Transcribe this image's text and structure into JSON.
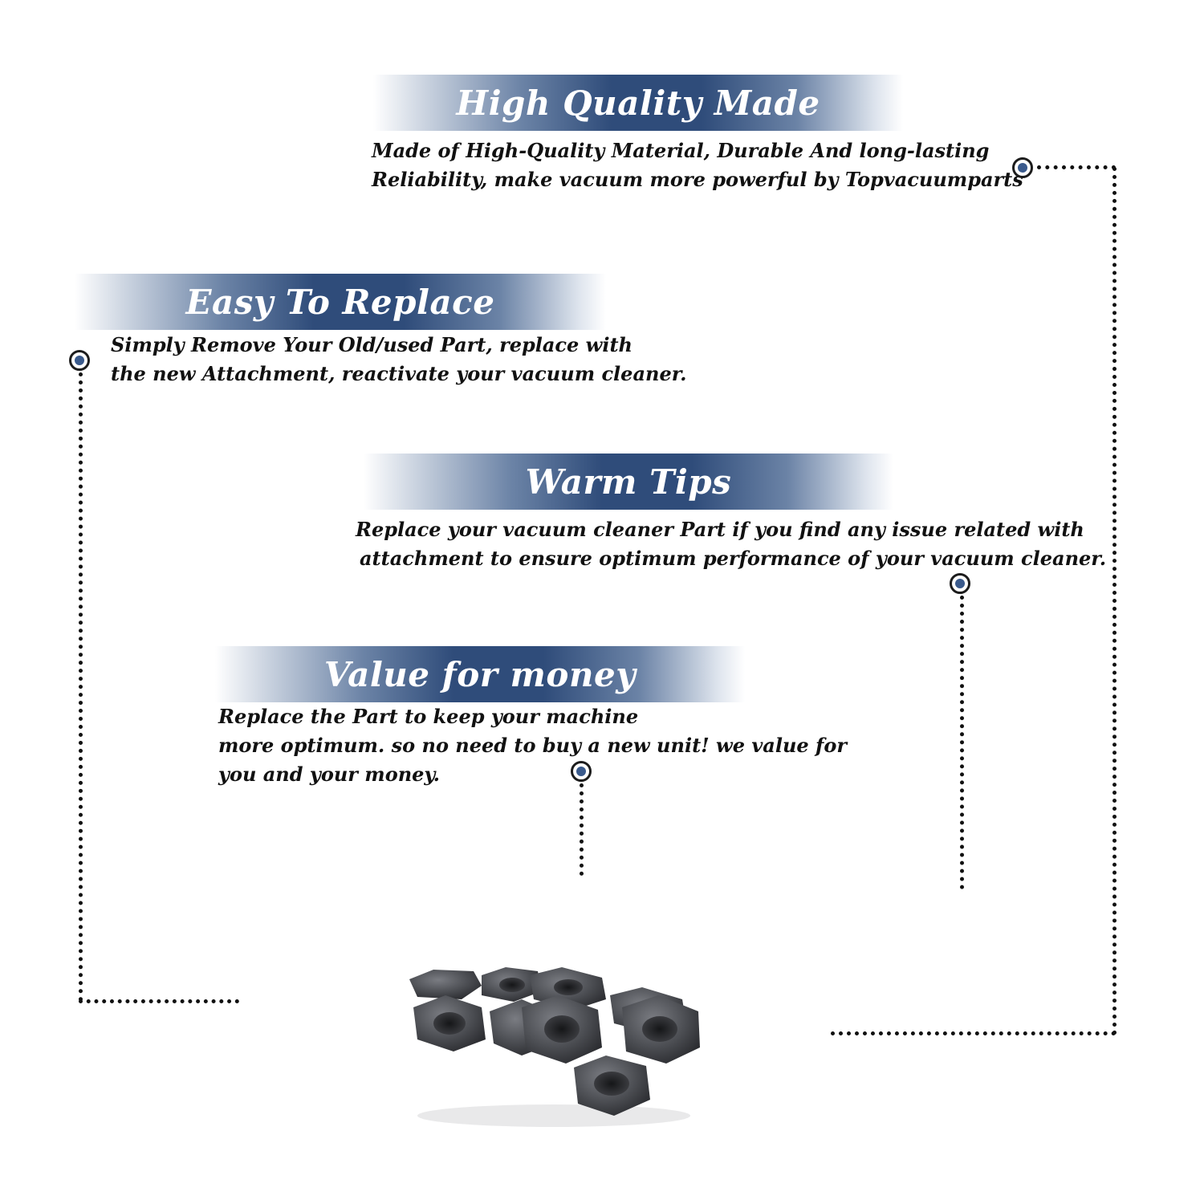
{
  "features": [
    {
      "title": "High Quality Made",
      "lines": [
        "Made of  High-Quality Material, Durable And long-lasting",
        "Reliability, make vacuum more powerful by Topvacuumparts"
      ]
    },
    {
      "title": "Easy To Replace",
      "lines": [
        "Simply Remove Your Old/used Part, replace with",
        "the new Attachment, reactivate your vacuum cleaner."
      ]
    },
    {
      "title": "Warm Tips",
      "lines": [
        "Replace your vacuum cleaner Part if you find any issue related with",
        "attachment to ensure optimum performance of your vacuum cleaner."
      ]
    },
    {
      "title": "Value for money",
      "lines": [
        "Replace the Part to keep your machine",
        "more optimum. so no need to buy a new unit! we value for",
        "you and your money."
      ]
    }
  ],
  "colors": {
    "banner_dark": "#2f4c7a",
    "dot_fill": "#3a5a8c",
    "text": "#111111"
  },
  "product_image": "hex-nuts-photo"
}
